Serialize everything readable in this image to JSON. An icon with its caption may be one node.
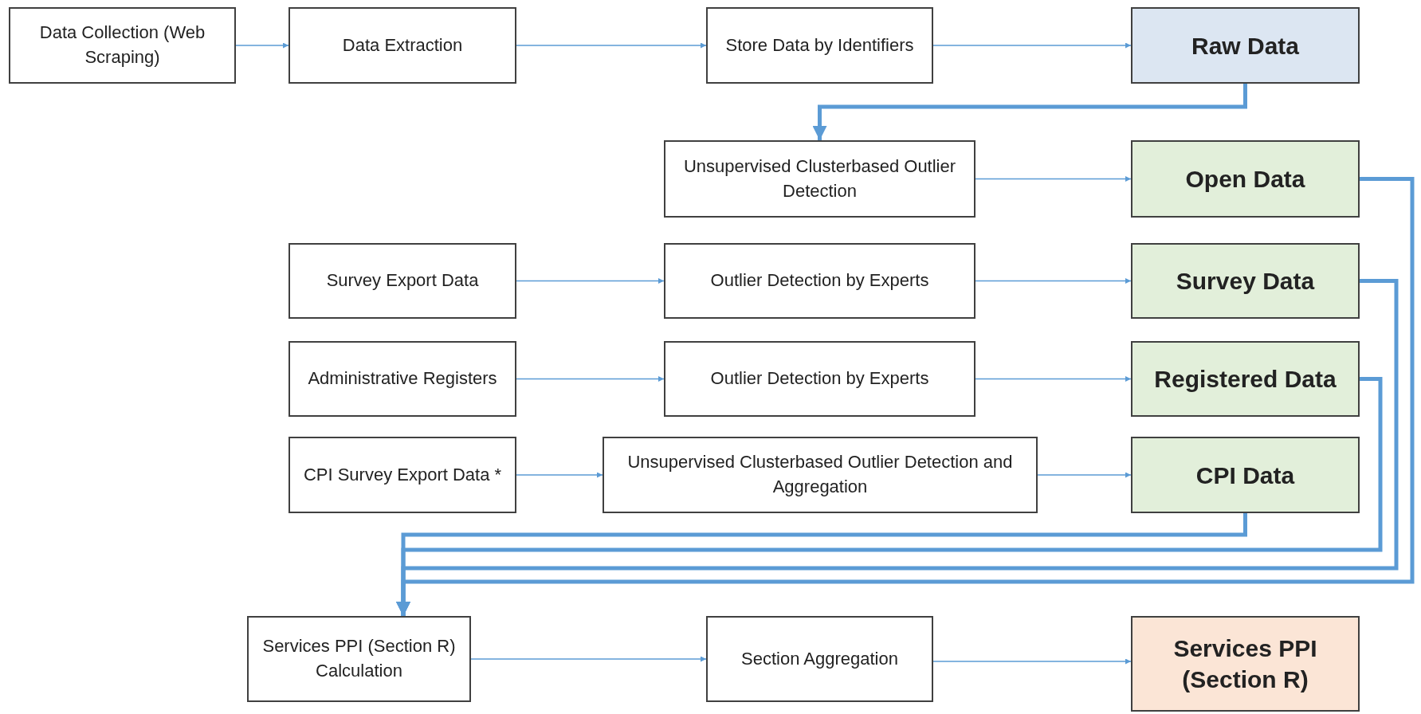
{
  "diagram": {
    "nodes": [
      {
        "text": [
          "Data Collection (Web Scraping)"
        ]
      },
      {
        "text": [
          "Data Extraction"
        ]
      },
      {
        "text": [
          "Store Data by Identifiers"
        ]
      },
      {
        "text": [
          "Raw Data"
        ]
      },
      {
        "text": [
          "Unsupervised Clusterbased Outlier Detection"
        ]
      },
      {
        "text": [
          "Open Data"
        ]
      },
      {
        "text": [
          "Survey Export Data"
        ]
      },
      {
        "text": [
          "Outlier Detection by Experts"
        ]
      },
      {
        "text": [
          "Survey Data"
        ]
      },
      {
        "text": [
          "Administrative Registers"
        ]
      },
      {
        "text": [
          "Outlier Detection by Experts"
        ]
      },
      {
        "text": [
          "Registered Data"
        ]
      },
      {
        "text": [
          "CPI Survey Export Data *"
        ]
      },
      {
        "text": [
          "Unsupervised Clusterbased Outlier Detection and Aggregation"
        ]
      },
      {
        "text": [
          "CPI Data"
        ]
      },
      {
        "text": [
          "Services PPI (Section R) Calculation"
        ]
      },
      {
        "text": [
          "Section Aggregation"
        ]
      },
      {
        "text": [
          "Services PPI (Section R)"
        ]
      }
    ],
    "edges": [
      {
        "from": 0,
        "to": 1,
        "arrow": "to"
      },
      {
        "from": 1,
        "to": 2,
        "arrow": "to"
      },
      {
        "from": 2,
        "to": 3,
        "arrow": "to"
      },
      {
        "from": 3,
        "to": 4,
        "arrow": "to",
        "style": "thick"
      },
      {
        "from": 4,
        "to": 5,
        "arrow": "to"
      },
      {
        "from": 6,
        "to": 7,
        "arrow": "to"
      },
      {
        "from": 7,
        "to": 8,
        "arrow": "to"
      },
      {
        "from": 9,
        "to": 10,
        "arrow": "to"
      },
      {
        "from": 10,
        "to": 11,
        "arrow": "to"
      },
      {
        "from": 12,
        "to": 13,
        "arrow": "to"
      },
      {
        "from": 13,
        "to": 14,
        "arrow": "to"
      },
      {
        "from": 5,
        "to": 15,
        "arrow": "to",
        "style": "thick"
      },
      {
        "from": 8,
        "to": 15,
        "arrow": "to",
        "style": "thick"
      },
      {
        "from": 11,
        "to": 15,
        "arrow": "to",
        "style": "thick"
      },
      {
        "from": 14,
        "to": 15,
        "arrow": "to",
        "style": "thick"
      },
      {
        "from": 15,
        "to": 16,
        "arrow": "to"
      },
      {
        "from": 16,
        "to": 17,
        "arrow": "to"
      }
    ]
  }
}
